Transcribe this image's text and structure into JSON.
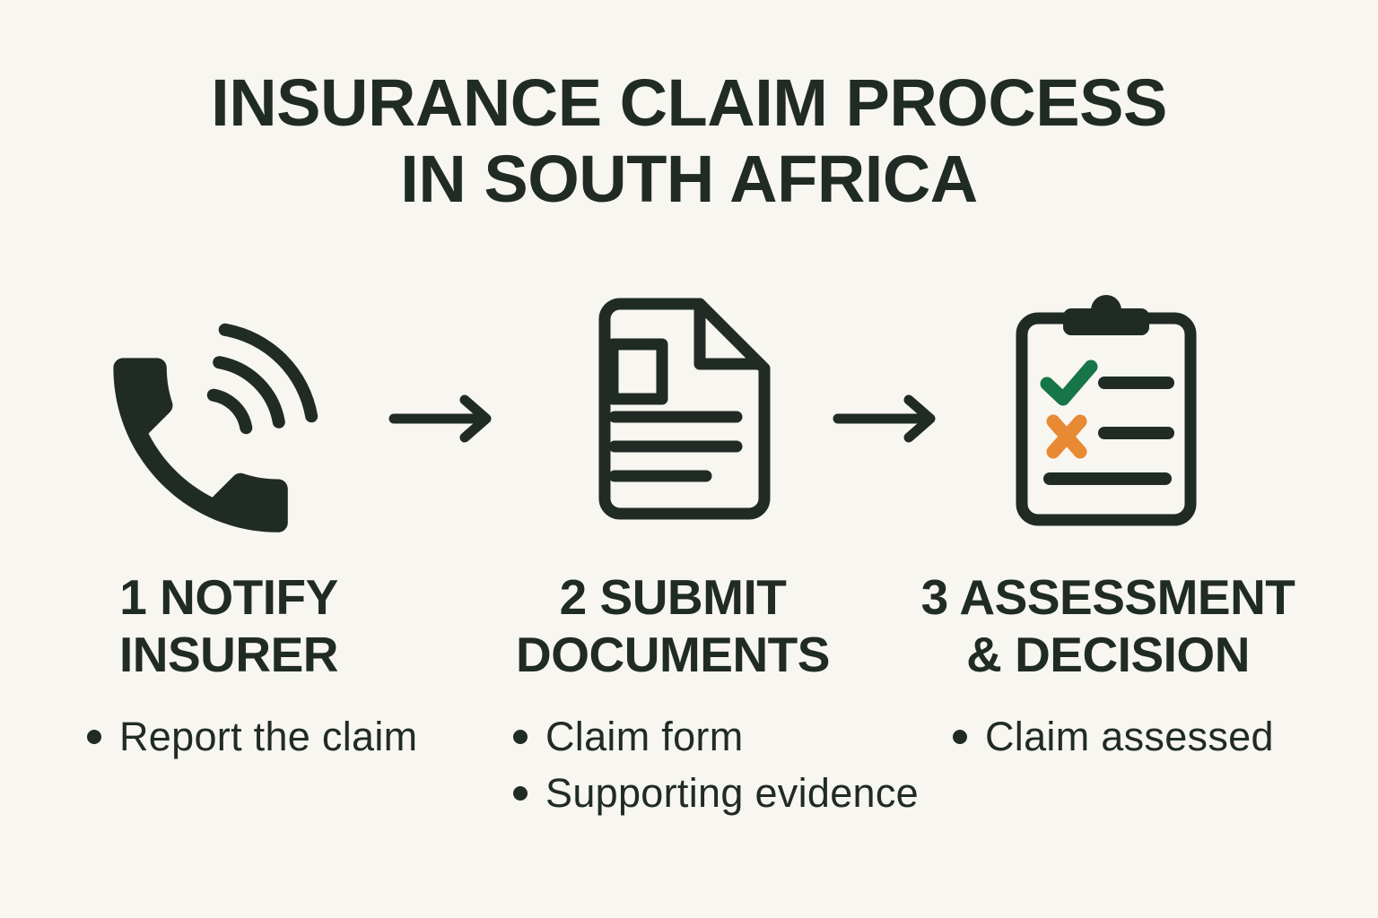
{
  "title": {
    "line1": "INSURANCE CLAIM PROCESS",
    "line2": "IN SOUTH AFRICA"
  },
  "steps": [
    {
      "icon": "phone-icon",
      "title_line1": "1 NOTIFY",
      "title_line2": "INSURER",
      "bullets": [
        "Report the claim"
      ]
    },
    {
      "icon": "document-icon",
      "title_line1": "2 SUBMIT",
      "title_line2": "DOCUMENTS",
      "bullets": [
        "Claim form",
        "Supporting evidence"
      ]
    },
    {
      "icon": "clipboard-checklist-icon",
      "title_line1": "3 ASSESSMENT",
      "title_line2": "& DECISION",
      "bullets": [
        "Claim assessed"
      ]
    }
  ],
  "connectors": [
    "arrow-right-icon",
    "arrow-right-icon"
  ],
  "colors": {
    "background": "#f8f6f0",
    "ink": "#202b25",
    "check_green": "#17754a",
    "cross_orange": "#e88a33"
  }
}
